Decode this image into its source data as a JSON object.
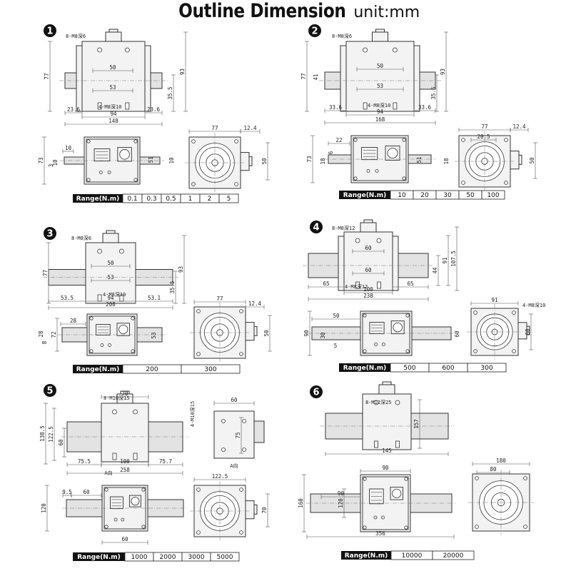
{
  "header": {
    "title": "Outline Dimension",
    "unit": "unit:mm"
  },
  "range_header": "Range(N.m)",
  "models": [
    {
      "number": "1",
      "top_holes": "8-M8深6",
      "bottom_holes": "4-M8深10",
      "dims": [
        "50",
        "53",
        "94",
        "148",
        "23.6",
        "23.6",
        "77",
        "93",
        "35.5"
      ],
      "side_dims": [
        "73",
        "10",
        "10",
        "3",
        "51",
        "10"
      ],
      "end_dims": [
        "77",
        "12.4",
        "50"
      ],
      "ranges": [
        "0.1",
        "0.3",
        "0.5",
        "1",
        "2",
        "5"
      ]
    },
    {
      "number": "2",
      "top_holes": "8-M8深6",
      "bottom_holes": "4-M8深10",
      "dims": [
        "50",
        "53",
        "94",
        "168",
        "33.6",
        "33.6",
        "77",
        "93",
        "35.5",
        "41"
      ],
      "side_dims": [
        "73",
        "22",
        "6",
        "18",
        "51",
        "18"
      ],
      "end_dims": [
        "77",
        "12.4",
        "20.5",
        "50"
      ],
      "ranges": [
        "10",
        "20",
        "30",
        "50",
        "100"
      ]
    },
    {
      "number": "3",
      "top_holes": "8-M8深6",
      "bottom_holes": "4-M8深10",
      "dims": [
        "50",
        "53",
        "94",
        "208",
        "53.5",
        "53.1",
        "77",
        "93",
        "35.5"
      ],
      "side_dims": [
        "72",
        "28",
        "8",
        "28",
        "53"
      ],
      "end_dims": [
        "77",
        "12.4",
        "50"
      ],
      "ranges": [
        "200",
        "300"
      ]
    },
    {
      "number": "4",
      "top_holes": "8-M8深12",
      "bottom_holes": "4-M8深12",
      "dims": [
        "60",
        "60",
        "100",
        "238",
        "65",
        "65",
        "107.5",
        "91",
        "44"
      ],
      "side_dims": [
        "90",
        "50",
        "30",
        "5",
        "60"
      ],
      "end_dims": [
        "91",
        "4-M8深10",
        "60"
      ],
      "ranges": [
        "500",
        "600",
        "300"
      ]
    },
    {
      "number": "5",
      "top_holes": "8-M10深15",
      "bottom_holes": "",
      "dims": [
        "70",
        "100",
        "258",
        "75.5",
        "75.7",
        "138.5",
        "122.5",
        "60"
      ],
      "side_dims": [
        "9.5",
        "60",
        "120",
        "60"
      ],
      "end_dims": [
        "60",
        "4-M10深15",
        "75",
        "122.5",
        "70"
      ],
      "section": "A向",
      "ranges": [
        "1000",
        "2000",
        "3000",
        "5000"
      ]
    },
    {
      "number": "6",
      "top_holes": "8-M12深25",
      "bottom_holes": "",
      "dims": [
        "145",
        "157"
      ],
      "side_dims": [
        "90",
        "160",
        "90",
        "120",
        "356"
      ],
      "end_dims": [
        "180",
        "80"
      ],
      "ranges": [
        "10000",
        "20000"
      ]
    }
  ]
}
